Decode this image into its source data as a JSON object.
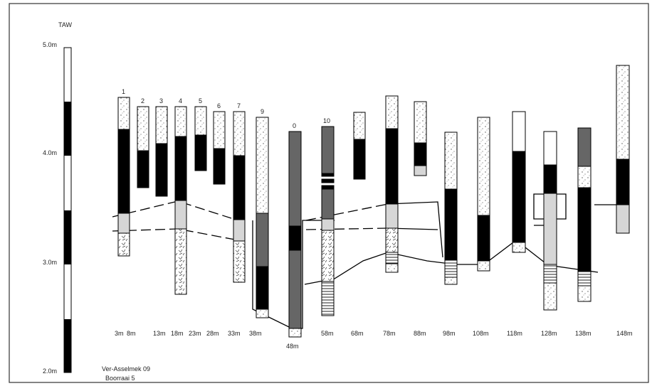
{
  "datum_label": "TAW",
  "axis_ticks": [
    "5.0m",
    "4.0m",
    "3.0m",
    "2.0m"
  ],
  "caption": {
    "line1": "Ver-Asselmek 09",
    "line2": "Boorraai 5"
  },
  "boreholes": [
    {
      "num": "1",
      "dist": "3m"
    },
    {
      "num": "",
      "dist": "8m"
    },
    {
      "num": "2",
      "dist": ""
    },
    {
      "num": "3",
      "dist": "13m"
    },
    {
      "num": "4",
      "dist": "18m"
    },
    {
      "num": "5",
      "dist": "23m"
    },
    {
      "num": "6",
      "dist": "28m"
    },
    {
      "num": "7",
      "dist": "33m"
    },
    {
      "num": "9",
      "dist": "38m"
    },
    {
      "num": "0",
      "dist": "48m"
    },
    {
      "num": "10",
      "dist": "58m"
    },
    {
      "num": "",
      "dist": "68m"
    },
    {
      "num": "",
      "dist": "78m"
    },
    {
      "num": "",
      "dist": "88m"
    },
    {
      "num": "",
      "dist": "98m"
    },
    {
      "num": "",
      "dist": "108m"
    },
    {
      "num": "",
      "dist": "118m"
    },
    {
      "num": "",
      "dist": "128m"
    },
    {
      "num": "",
      "dist": "138m"
    },
    {
      "num": "",
      "dist": "148m"
    }
  ]
}
